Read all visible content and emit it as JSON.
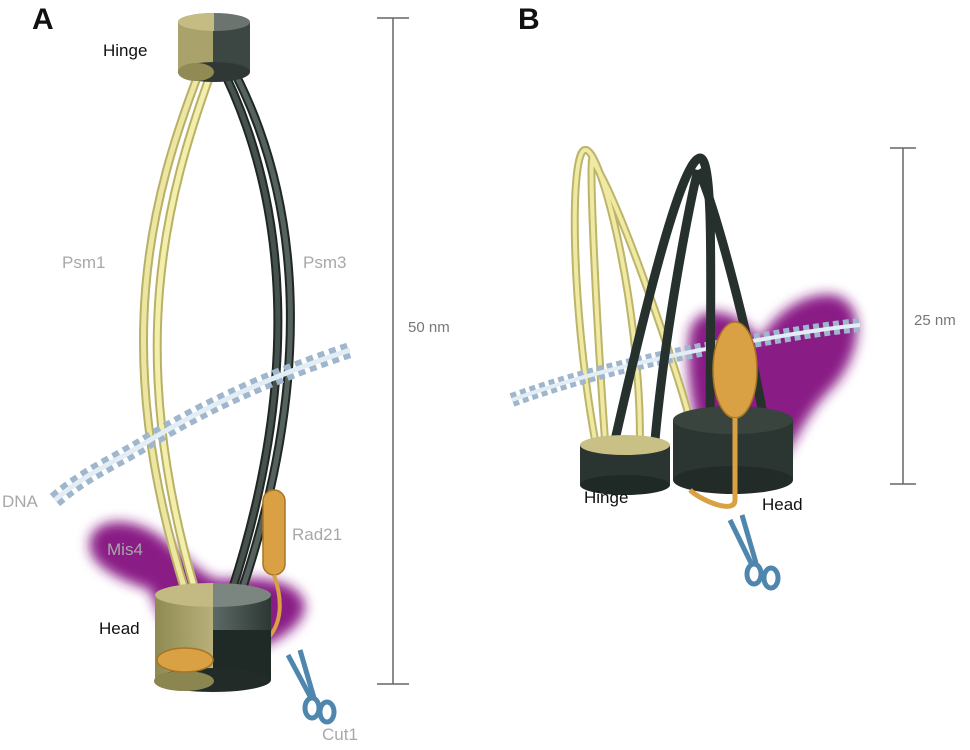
{
  "panels": {
    "a": {
      "letter": "A",
      "labels": {
        "hinge": "Hinge",
        "psm1": "Psm1",
        "psm3": "Psm3",
        "dna": "DNA",
        "mis4": "Mis4",
        "rad21": "Rad21",
        "head": "Head",
        "cut1": "Cut1"
      },
      "scale_bar": "50 nm"
    },
    "b": {
      "letter": "B",
      "labels": {
        "hinge": "Hinge",
        "head": "Head"
      },
      "scale_bar": "25 nm"
    }
  },
  "colors": {
    "psm1": "#e6e08c",
    "psm3": "#2f3a36",
    "mis4": "#8a1f86",
    "rad21": "#d9a044",
    "dna": "#b8cde0",
    "scissors": "#4f86ad"
  }
}
